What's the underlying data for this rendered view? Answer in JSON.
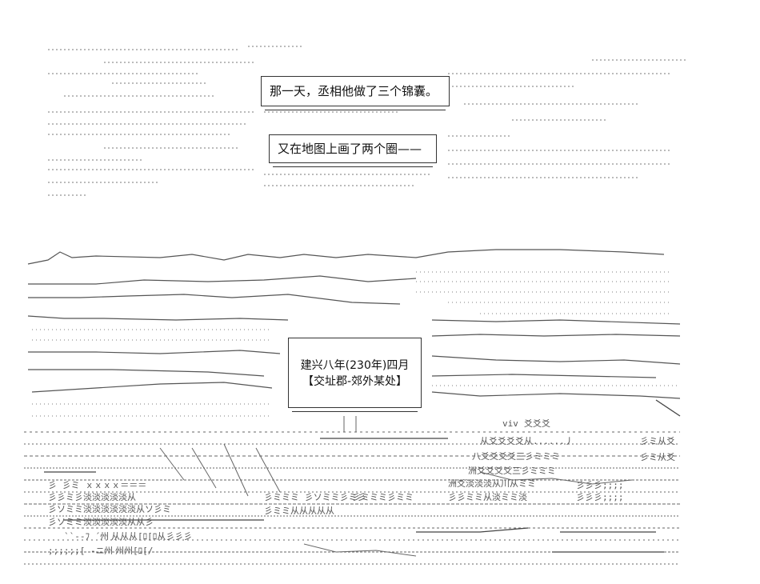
{
  "captions": {
    "caption1": "那一天，丞相他做了三个锦囊。",
    "caption2": "又在地图上画了两个圈——",
    "caption3_line1": "建兴八年(230年)四月",
    "caption3_line2": "【交址郡-郊外某处】"
  },
  "map_labels": {
    "zhou": "州",
    "viv": "viv"
  }
}
